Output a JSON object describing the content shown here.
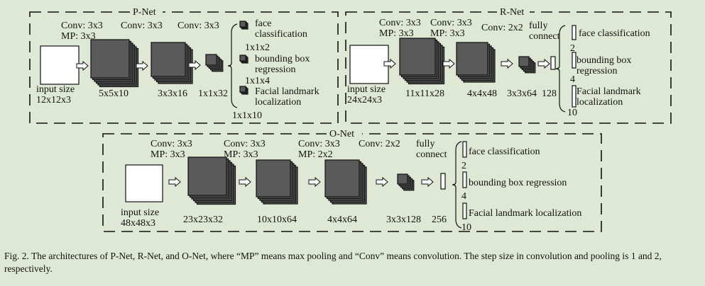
{
  "pnet": {
    "title": "P-Net",
    "stage_labels": [
      "Conv: 3x3\nMP: 3x3",
      "Conv: 3x3",
      "Conv: 3x3"
    ],
    "input_label": "input size\n12x12x3",
    "block_labels": [
      "5x5x10",
      "3x3x16",
      "1x1x32"
    ],
    "outputs": [
      {
        "label": "face\nclassification",
        "dim": "1x1x2"
      },
      {
        "label": "bounding box\nregression",
        "dim": "1x1x4"
      },
      {
        "label": "Facial landmark\nlocalization",
        "dim": "1x1x10"
      }
    ]
  },
  "rnet": {
    "title": "R-Net",
    "stage_labels": [
      "Conv: 3x3\nMP: 3x3",
      "Conv: 3x3\nMP: 3x3",
      "Conv: 2x2",
      "fully\nconnect"
    ],
    "input_label": "input size\n24x24x3",
    "block_labels": [
      "11x11x28",
      "4x4x48",
      "3x3x64",
      "128"
    ],
    "outputs": [
      {
        "label": "face classification",
        "dim": "2"
      },
      {
        "label": "bounding box\nregression",
        "dim": "4"
      },
      {
        "label": "Facial landmark\nlocalization",
        "dim": "10"
      }
    ]
  },
  "onet": {
    "title": "O-Net",
    "stage_labels": [
      "Conv: 3x3\nMP: 3x3",
      "Conv: 3x3\nMP: 3x3",
      "Conv: 3x3\nMP: 2x2",
      "Conv: 2x2",
      "fully\nconnect"
    ],
    "input_label": "input size\n48x48x3",
    "block_labels": [
      "23x23x32",
      "10x10x64",
      "4x4x64",
      "3x3x128",
      "256"
    ],
    "outputs": [
      {
        "label": "face classification",
        "dim": "2"
      },
      {
        "label": "bounding box regression",
        "dim": "4"
      },
      {
        "label": "Facial landmark localization",
        "dim": "10"
      }
    ]
  },
  "caption": "Fig. 2.  The architectures of P-Net, R-Net, and O-Net, where “MP” means max pooling and “Conv” means convolution. The step size in convolution and pooling is 1 and 2, respectively.",
  "colors": {
    "background": "#dfe8d4",
    "feature_map": "#5a5a5a",
    "border": "#111111"
  }
}
